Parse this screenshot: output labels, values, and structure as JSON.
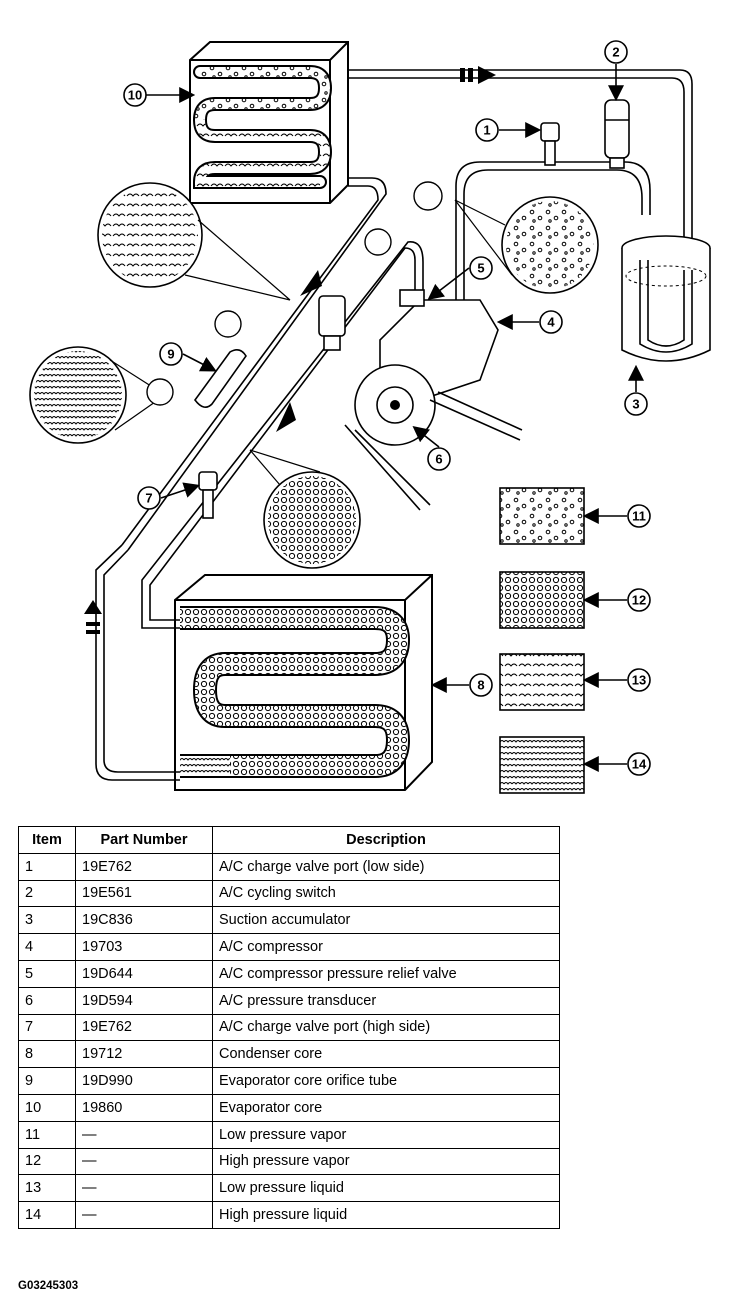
{
  "callouts": {
    "c1": "1",
    "c2": "2",
    "c3": "3",
    "c4": "4",
    "c5": "5",
    "c6": "6",
    "c7": "7",
    "c8": "8",
    "c9": "9",
    "c10": "10",
    "c11": "11",
    "c12": "12",
    "c13": "13",
    "c14": "14"
  },
  "table": {
    "headers": [
      "Item",
      "Part Number",
      "Description"
    ],
    "rows": [
      [
        "1",
        "19E762",
        "A/C charge valve port (low side)"
      ],
      [
        "2",
        "19E561",
        "A/C cycling switch"
      ],
      [
        "3",
        "19C836",
        "Suction accumulator"
      ],
      [
        "4",
        "19703",
        "A/C compressor"
      ],
      [
        "5",
        "19D644",
        "A/C compressor pressure relief valve"
      ],
      [
        "6",
        "19D594",
        "A/C pressure transducer"
      ],
      [
        "7",
        "19E762",
        "A/C charge valve port (high side)"
      ],
      [
        "8",
        "19712",
        "Condenser core"
      ],
      [
        "9",
        "19D990",
        "Evaporator core orifice tube"
      ],
      [
        "10",
        "19860",
        "Evaporator core"
      ],
      [
        "11",
        "—",
        "Low pressure vapor"
      ],
      [
        "12",
        "—",
        "High pressure vapor"
      ],
      [
        "13",
        "—",
        "Low pressure liquid"
      ],
      [
        "14",
        "—",
        "High pressure liquid"
      ]
    ]
  },
  "figure_code": "G03245303"
}
